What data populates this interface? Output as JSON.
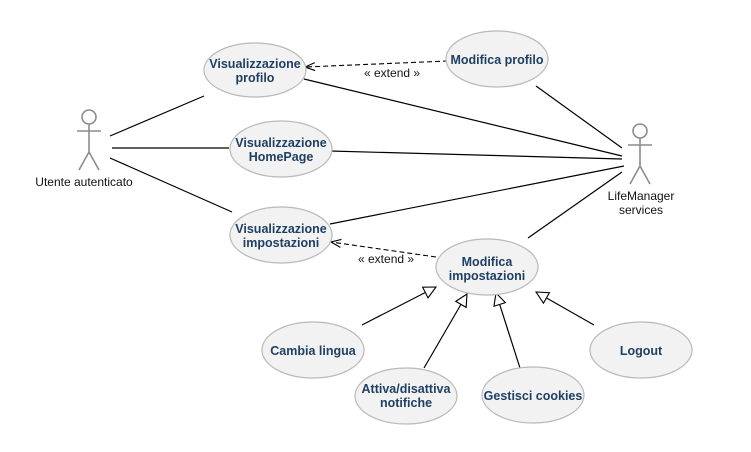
{
  "actors": {
    "utente": {
      "label": "Utente autenticato"
    },
    "lifemanager": {
      "line1": "LifeManager",
      "line2": "services"
    }
  },
  "use_cases": {
    "vis_profilo": {
      "line1": "Visualizzazione",
      "line2": "profilo"
    },
    "mod_profilo": {
      "line1": "Modifica profilo"
    },
    "vis_homepage": {
      "line1": "Visualizzazione",
      "line2": "HomePage"
    },
    "vis_impostazioni": {
      "line1": "Visualizzazione",
      "line2": "impostazioni"
    },
    "mod_impostazioni": {
      "line1": "Modifica",
      "line2": "impostazioni"
    },
    "cambia_lingua": {
      "line1": "Cambia lingua"
    },
    "attiva_notifiche": {
      "line1": "Attiva/disattiva",
      "line2": "notifiche"
    },
    "gestisci_cookies": {
      "line1": "Gestisci cookies"
    },
    "logout": {
      "line1": "Logout"
    }
  },
  "relations": {
    "extend_profilo": "« extend »",
    "extend_impostazioni": "« extend »"
  },
  "colors": {
    "use_case_fill": "#f2f2f2",
    "use_case_stroke": "#b9b9b9",
    "use_case_text": "#1f3f63",
    "actor_stroke": "#8c8c8c"
  }
}
